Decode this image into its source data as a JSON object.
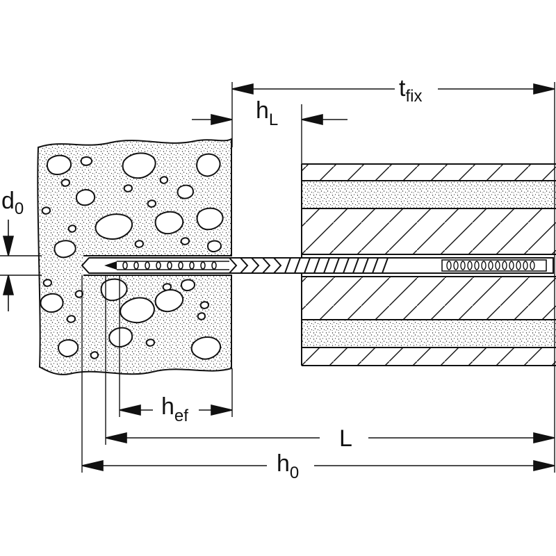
{
  "diagram": {
    "labels": {
      "t_fix": {
        "main": "t",
        "sub": "fix"
      },
      "h_L": {
        "main": "h",
        "sub": "L"
      },
      "d_0": {
        "main": "d",
        "sub": "0"
      },
      "h_ef": {
        "main": "h",
        "sub": "ef"
      },
      "L": {
        "main": "L"
      },
      "h_0": {
        "main": "h",
        "sub": "0"
      }
    },
    "colors": {
      "line": "#111111",
      "background": "#ffffff"
    }
  }
}
